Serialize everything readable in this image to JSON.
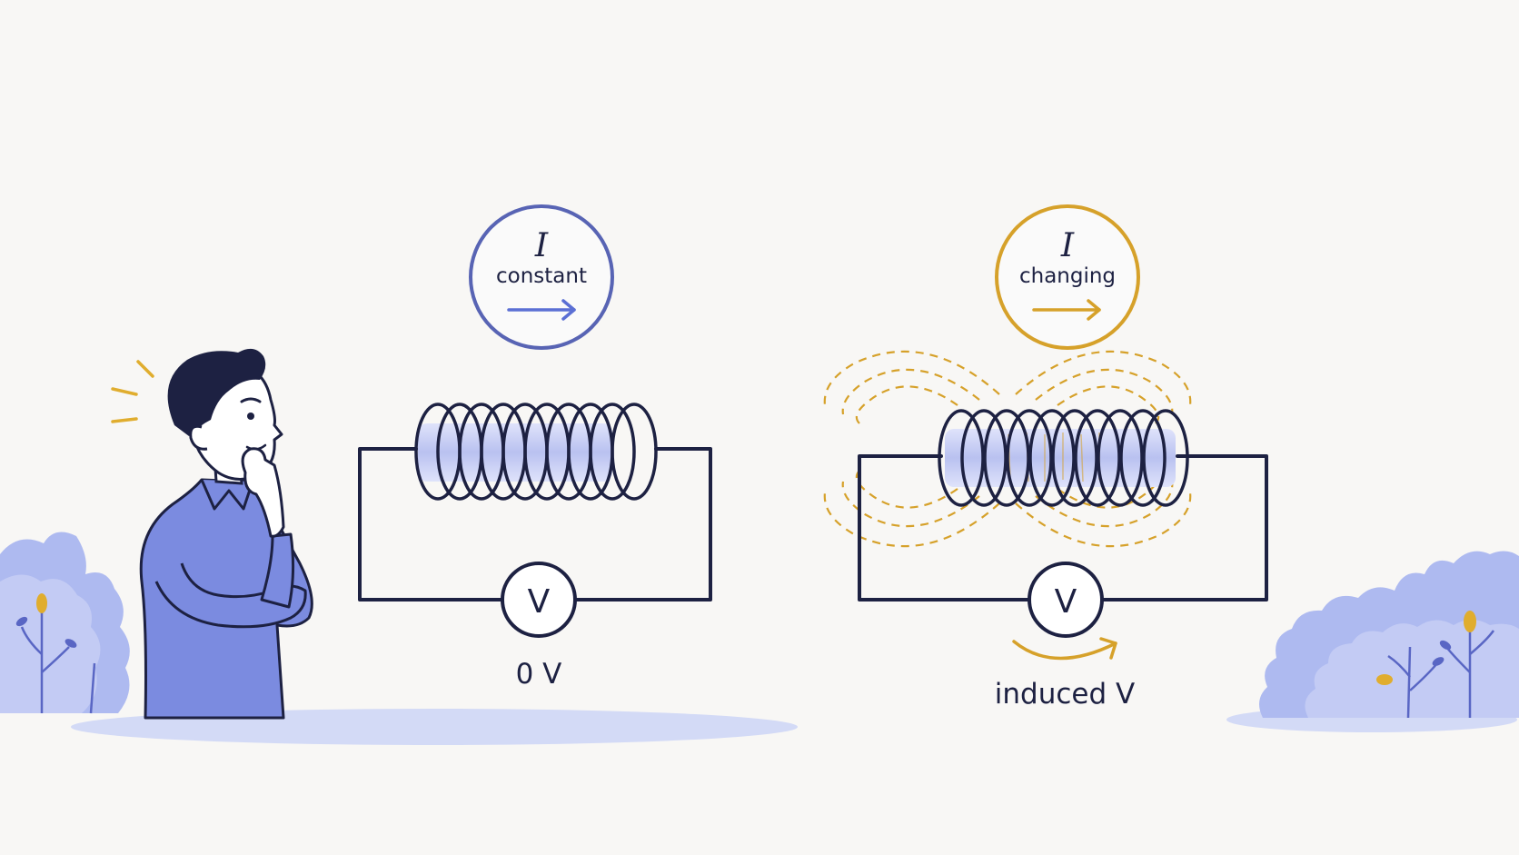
{
  "colors": {
    "background": "#f8f7f5",
    "ink": "#1d2142",
    "blue_accent": "#5864b4",
    "arrow_blue": "#5b6fd4",
    "gold_accent": "#d6a12a",
    "coil_fill": "#c9cff4",
    "shirt": "#7b8be0",
    "ground": "#d3daf6"
  },
  "left_panel": {
    "badge_symbol": "I",
    "badge_label": "constant",
    "badge_icon": "arrow-right-icon",
    "meter_symbol": "V",
    "reading": "0 V"
  },
  "right_panel": {
    "badge_symbol": "I",
    "badge_label": "changing",
    "badge_icon": "arrow-right-icon",
    "meter_symbol": "V",
    "reading": "induced V",
    "field_lines": "dashed magnetic field loops"
  },
  "decor": {
    "character": "thinking-person",
    "plants": [
      "left-bush",
      "right-bush"
    ]
  }
}
